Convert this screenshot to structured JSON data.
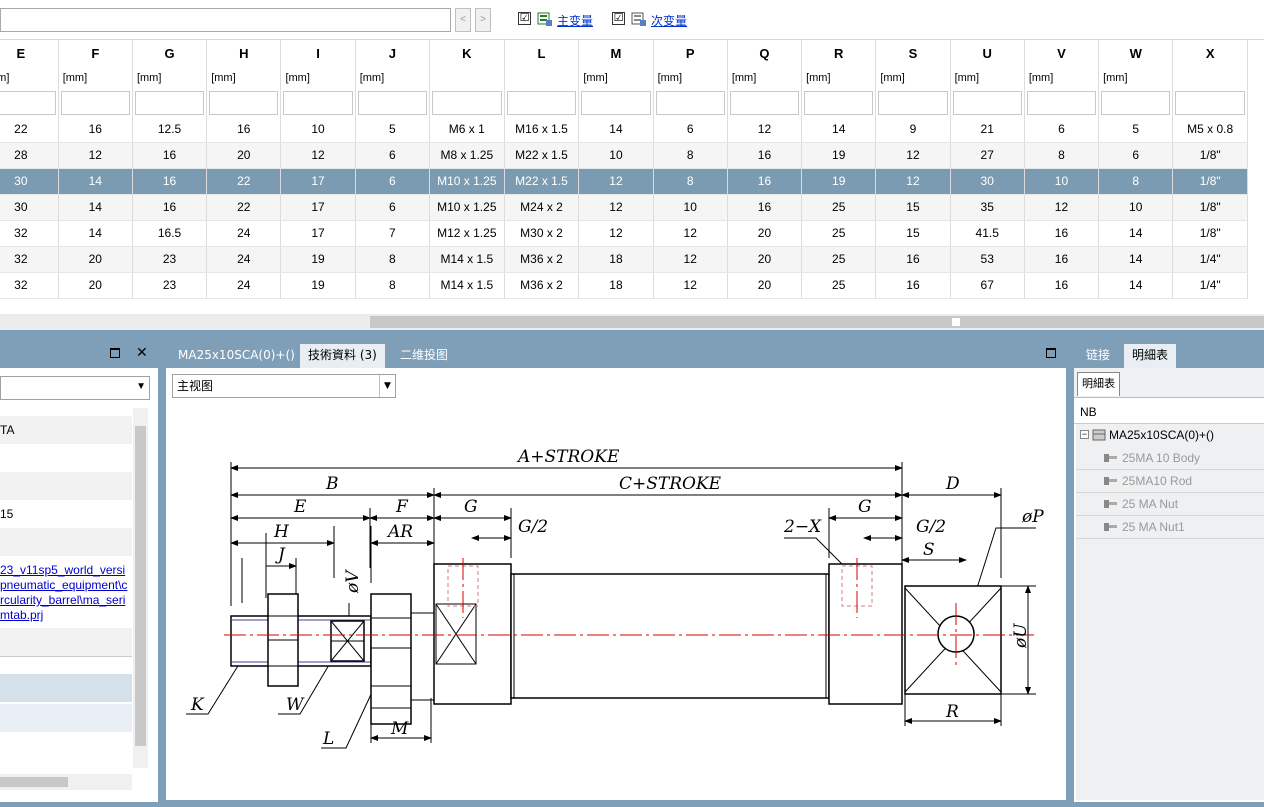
{
  "toolbar": {
    "prev_label": "<",
    "next_label": ">",
    "primary_checkbox": "☑",
    "primary_label": "主变量",
    "secondary_checkbox": "☑",
    "secondary_label": "次变量"
  },
  "table": {
    "columns": [
      {
        "name": "E",
        "unit": "mm]"
      },
      {
        "name": "F",
        "unit": "[mm]"
      },
      {
        "name": "G",
        "unit": "[mm]"
      },
      {
        "name": "H",
        "unit": "[mm]"
      },
      {
        "name": "I",
        "unit": "[mm]"
      },
      {
        "name": "J",
        "unit": "[mm]"
      },
      {
        "name": "K",
        "unit": ""
      },
      {
        "name": "L",
        "unit": ""
      },
      {
        "name": "M",
        "unit": "[mm]"
      },
      {
        "name": "P",
        "unit": "[mm]"
      },
      {
        "name": "Q",
        "unit": "[mm]"
      },
      {
        "name": "R",
        "unit": "[mm]"
      },
      {
        "name": "S",
        "unit": "[mm]"
      },
      {
        "name": "U",
        "unit": "[mm]"
      },
      {
        "name": "V",
        "unit": "[mm]"
      },
      {
        "name": "W",
        "unit": "[mm]"
      },
      {
        "name": "X",
        "unit": ""
      }
    ],
    "rows": [
      [
        "22",
        "16",
        "12.5",
        "16",
        "10",
        "5",
        "M6 x 1",
        "M16 x 1.5",
        "14",
        "6",
        "12",
        "14",
        "9",
        "21",
        "6",
        "5",
        "M5 x 0.8"
      ],
      [
        "28",
        "12",
        "16",
        "20",
        "12",
        "6",
        "M8 x 1.25",
        "M22 x 1.5",
        "10",
        "8",
        "16",
        "19",
        "12",
        "27",
        "8",
        "6",
        "1/8\""
      ],
      [
        "30",
        "14",
        "16",
        "22",
        "17",
        "6",
        "M10 x 1.25",
        "M22 x 1.5",
        "12",
        "8",
        "16",
        "19",
        "12",
        "30",
        "10",
        "8",
        "1/8\""
      ],
      [
        "30",
        "14",
        "16",
        "22",
        "17",
        "6",
        "M10 x 1.25",
        "M24 x 2",
        "12",
        "10",
        "16",
        "25",
        "15",
        "35",
        "12",
        "10",
        "1/8\""
      ],
      [
        "32",
        "14",
        "16.5",
        "24",
        "17",
        "7",
        "M12 x 1.25",
        "M30 x 2",
        "12",
        "12",
        "20",
        "25",
        "15",
        "41.5",
        "16",
        "14",
        "1/8\""
      ],
      [
        "32",
        "20",
        "23",
        "24",
        "19",
        "8",
        "M14 x 1.5",
        "M36 x 2",
        "18",
        "12",
        "20",
        "25",
        "16",
        "53",
        "16",
        "14",
        "1/4\""
      ],
      [
        "32",
        "20",
        "23",
        "24",
        "19",
        "8",
        "M14 x 1.5",
        "M36 x 2",
        "18",
        "12",
        "20",
        "25",
        "16",
        "67",
        "16",
        "14",
        "1/4\""
      ]
    ],
    "selected_row": 2
  },
  "left_panel": {
    "close_label": "✕",
    "row1": "TA",
    "row2": "15",
    "links": [
      "23_v11sp5_world_versi",
      "pneumatic_equipment\\c",
      "rcularity_barrel\\ma_seri",
      "mtab.prj"
    ]
  },
  "center_panel": {
    "tabs": [
      "MA25x10SCA(0)+()",
      "技術資料 (3)",
      "二维投图"
    ],
    "active_tab": 1,
    "view_select": "主视图",
    "drawing_labels": {
      "a_stroke": "A+STROKE",
      "b": "B",
      "c_stroke": "C+STROKE",
      "d": "D",
      "e": "E",
      "f": "F",
      "g1": "G",
      "g2": "G",
      "g_half1": "G/2",
      "g_half2": "G/2",
      "h": "H",
      "ar": "AR",
      "j": "J",
      "phi_v": "øV",
      "two_x": "2−X",
      "s": "S",
      "phi_p": "øP",
      "phi_u": "øU",
      "k": "K",
      "w": "W",
      "l": "L",
      "m": "M",
      "r": "R"
    }
  },
  "right_panel": {
    "tabs": [
      "链接",
      "明細表"
    ],
    "active_tab": 1,
    "subtab": "明細表",
    "header": "NB",
    "tree": {
      "root": "MA25x10SCA(0)+()",
      "children": [
        "25MA 10 Body",
        "25MA10 Rod",
        "25 MA Nut",
        "25 MA Nut1"
      ]
    }
  },
  "colors": {
    "accent": "#7f9fb8",
    "selected_row": "#7b9bb2",
    "link": "#0000cc",
    "centerline": "#d40000",
    "hidden_line": "#d08080"
  }
}
